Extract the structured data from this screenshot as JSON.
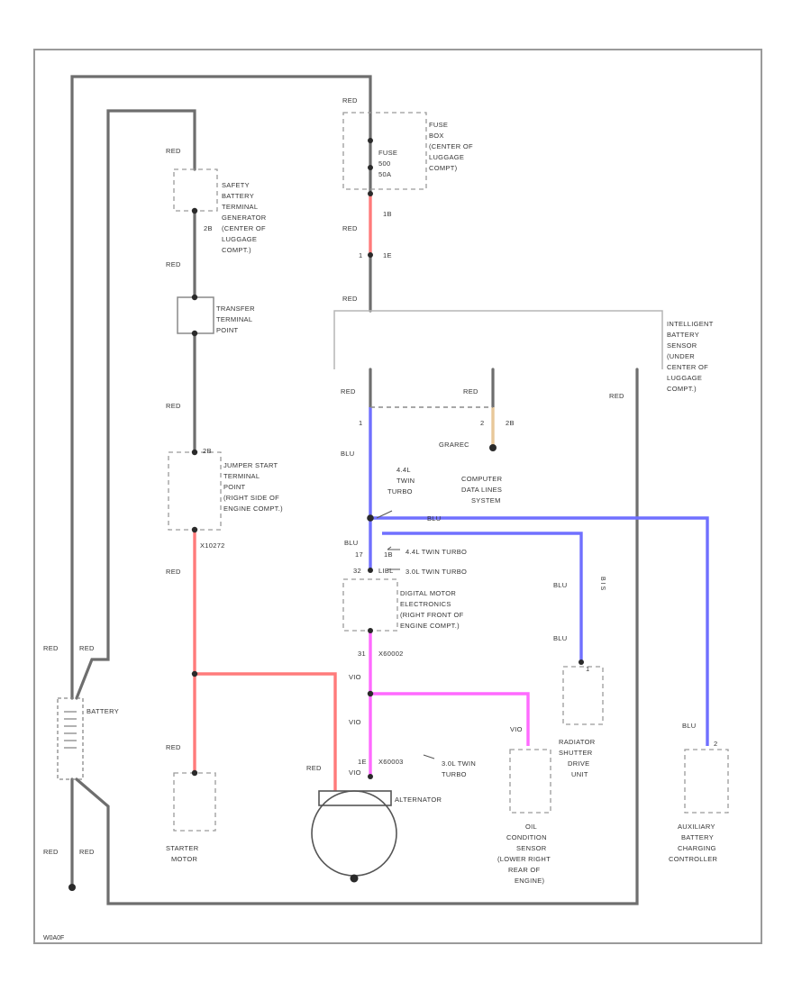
{
  "components": {
    "battery": "BATTERY",
    "alternator": "ALTERNATOR",
    "data_lines_1": "COMPUTER",
    "data_lines_2": "DATA LINES",
    "data_lines_3": "SYSTEM"
  },
  "labels": {
    "red_left": "RED",
    "red_right": "RED",
    "red_bottom_left": "RED",
    "red_bottom_right": "RED",
    "ground": "GRAREC",
    "rotated": "B I S",
    "diagram_id": "W0A0F"
  },
  "wires": {
    "red_1": "RED",
    "red_2": "RED",
    "red_3": "RED",
    "red_4": "RED",
    "red_5": "RED",
    "red_6": "RED",
    "red_fuse": "RED",
    "red_fuse_2": "RED",
    "red_sensor": "RED",
    "red_pin1": "RED",
    "red_pin2": "RED",
    "red_right": "RED",
    "blu_1": "BLU",
    "blu_2": "BLU",
    "blu_3": "BLU",
    "blu_shutter_1": "BLU",
    "blu_shutter_2": "BLU",
    "blu_aux": "BLU",
    "vio_1": "VIO",
    "vio_2": "VIO",
    "vio_3": "VIO",
    "vio_oil": "VIO"
  },
  "pins": {
    "safety": "2B",
    "jumper": "2B",
    "jumper_bottom": "X10272",
    "fuse_1": "1B",
    "fuse_2a": "1",
    "fuse_2b": "1E",
    "sensor_1": "1",
    "sensor_2a": "2",
    "sensor_2b": "2B",
    "dme_1a": "17",
    "dme_1b": "1B",
    "dme_2a": "32",
    "dme_2b": "LIBL",
    "dme_out_a": "31",
    "dme_out_b": "X60002",
    "alt_a": "1E",
    "alt_b": "X60003",
    "aux": "2",
    "shutter": "1"
  },
  "fuse": {
    "line1": "FUSE",
    "line2": "500",
    "line3": "50A"
  },
  "fuse_box": {
    "line1": "FUSE",
    "line2": "BOX",
    "line3": "(CENTER OF",
    "line4": "LUGGAGE",
    "line5": "COMPT)"
  },
  "safety": {
    "line1": "SAFETY",
    "line2": "BATTERY",
    "line3": "TERMINAL",
    "line4": "GENERATOR",
    "line5": "(CENTER OF",
    "line6": "LUGGAGE",
    "line7": "COMPT.)",
    "line8": ""
  },
  "transfer": {
    "line1": "TRANSFER",
    "line2": "TERMINAL",
    "line3": "POINT"
  },
  "jumper": {
    "line1": "JUMPER START",
    "line2": "TERMINAL",
    "line3": "POINT",
    "line4": "(RIGHT SIDE OF",
    "line5": "ENGINE COMPT.)",
    "line6": ""
  },
  "sensor": {
    "line1": "INTELLIGENT",
    "line2": "BATTERY",
    "line3": "SENSOR",
    "line4": "(UNDER",
    "line5": "CENTER OF",
    "line6": "LUGGAGE",
    "line7": "COMPT.)",
    "line8": "",
    "line9": ""
  },
  "variants": {
    "v1_line1": "4.4L",
    "v1_line2": "TWIN",
    "v1_line3": "TURBO",
    "v2": "4.4L TWIN TURBO",
    "v3": "3.0L TWIN TURBO",
    "v4_line1": "3.0L TWIN",
    "v4_line2": "TURBO"
  },
  "dme": {
    "line1": "DIGITAL MOTOR",
    "line2": "ELECTRONICS",
    "line3": "(RIGHT FRONT OF",
    "line4": "ENGINE COMPT.)"
  },
  "radiator": {
    "line1": "RADIATOR",
    "line2": "SHUTTER",
    "line3": "DRIVE",
    "line4": "UNIT"
  },
  "oil": {
    "line1": "OIL",
    "line2": "CONDITION",
    "line3": "SENSOR",
    "line4": "(LOWER RIGHT",
    "line5": "REAR OF",
    "line6": "ENGINE)"
  },
  "aux": {
    "line1": "AUXILIARY",
    "line2": "BATTERY",
    "line3": "CHARGING",
    "line4": "CONTROLLER"
  },
  "starter": {
    "line1": "STARTER",
    "line2": "MOTOR"
  },
  "colors": {
    "wire_grey": "#6e6e6e",
    "wire_red": "#ff7b7b",
    "wire_blue": "#7070ff",
    "wire_violet": "#ff6aff",
    "wire_tan": "#e8c89a"
  }
}
